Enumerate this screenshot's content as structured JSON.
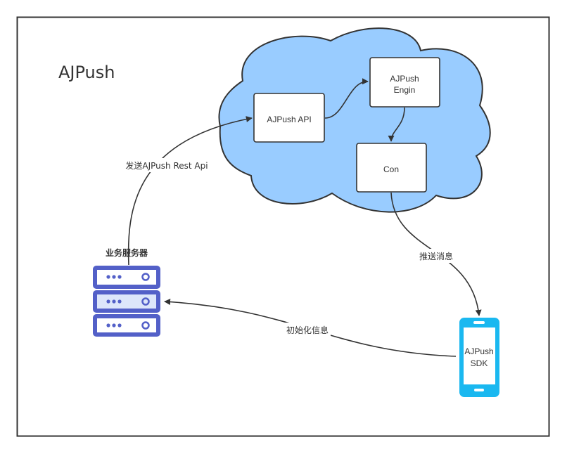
{
  "diagram": {
    "title": "AJPush",
    "cloud": {
      "fill": "#99ccff",
      "stroke": "#333333"
    },
    "nodes": {
      "api": {
        "label": "AJPush API"
      },
      "engine": {
        "line1": "AJPush",
        "line2": "Engin"
      },
      "con": {
        "label": "Con"
      },
      "server": {
        "label": "业务服务器",
        "color": "#5360c8",
        "highlight": "#dde6fa"
      },
      "phone": {
        "line1": "AJPush",
        "line2": "SDK",
        "color": "#1ab8f0"
      }
    },
    "edges": {
      "server_to_api": {
        "label": "发送AJPush Rest Api"
      },
      "api_to_engine": {
        "label": ""
      },
      "engine_to_con": {
        "label": ""
      },
      "con_to_phone": {
        "label": "推送消息"
      },
      "phone_to_server": {
        "label": "初始化信息"
      }
    },
    "colors": {
      "stroke": "#333333",
      "frame": "#333333",
      "text": "#333333"
    }
  }
}
